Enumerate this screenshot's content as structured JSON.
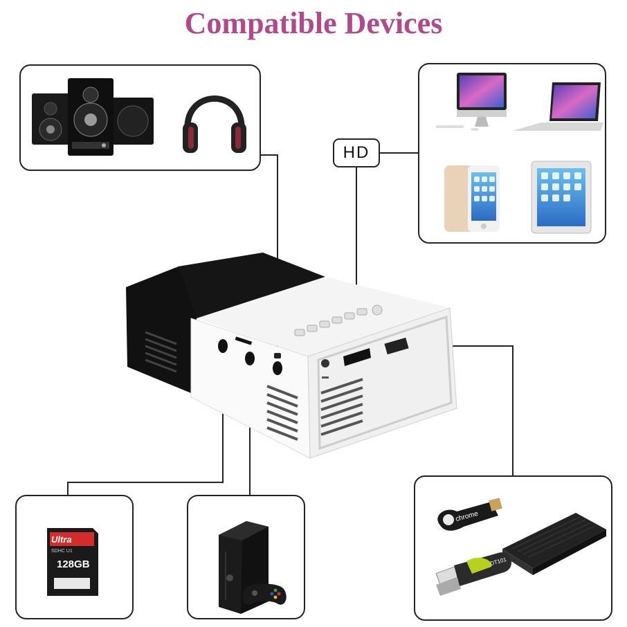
{
  "title": "Compatible Devices",
  "hd_label": "HD",
  "sd_card": {
    "brand": "Ultra",
    "capacity": "128GB",
    "class_marks": "SDHC U1"
  },
  "chromecast_label": "chrome",
  "usb_drive_label": "DT101",
  "colors": {
    "title": "#b04a8c",
    "line": "#222222"
  }
}
